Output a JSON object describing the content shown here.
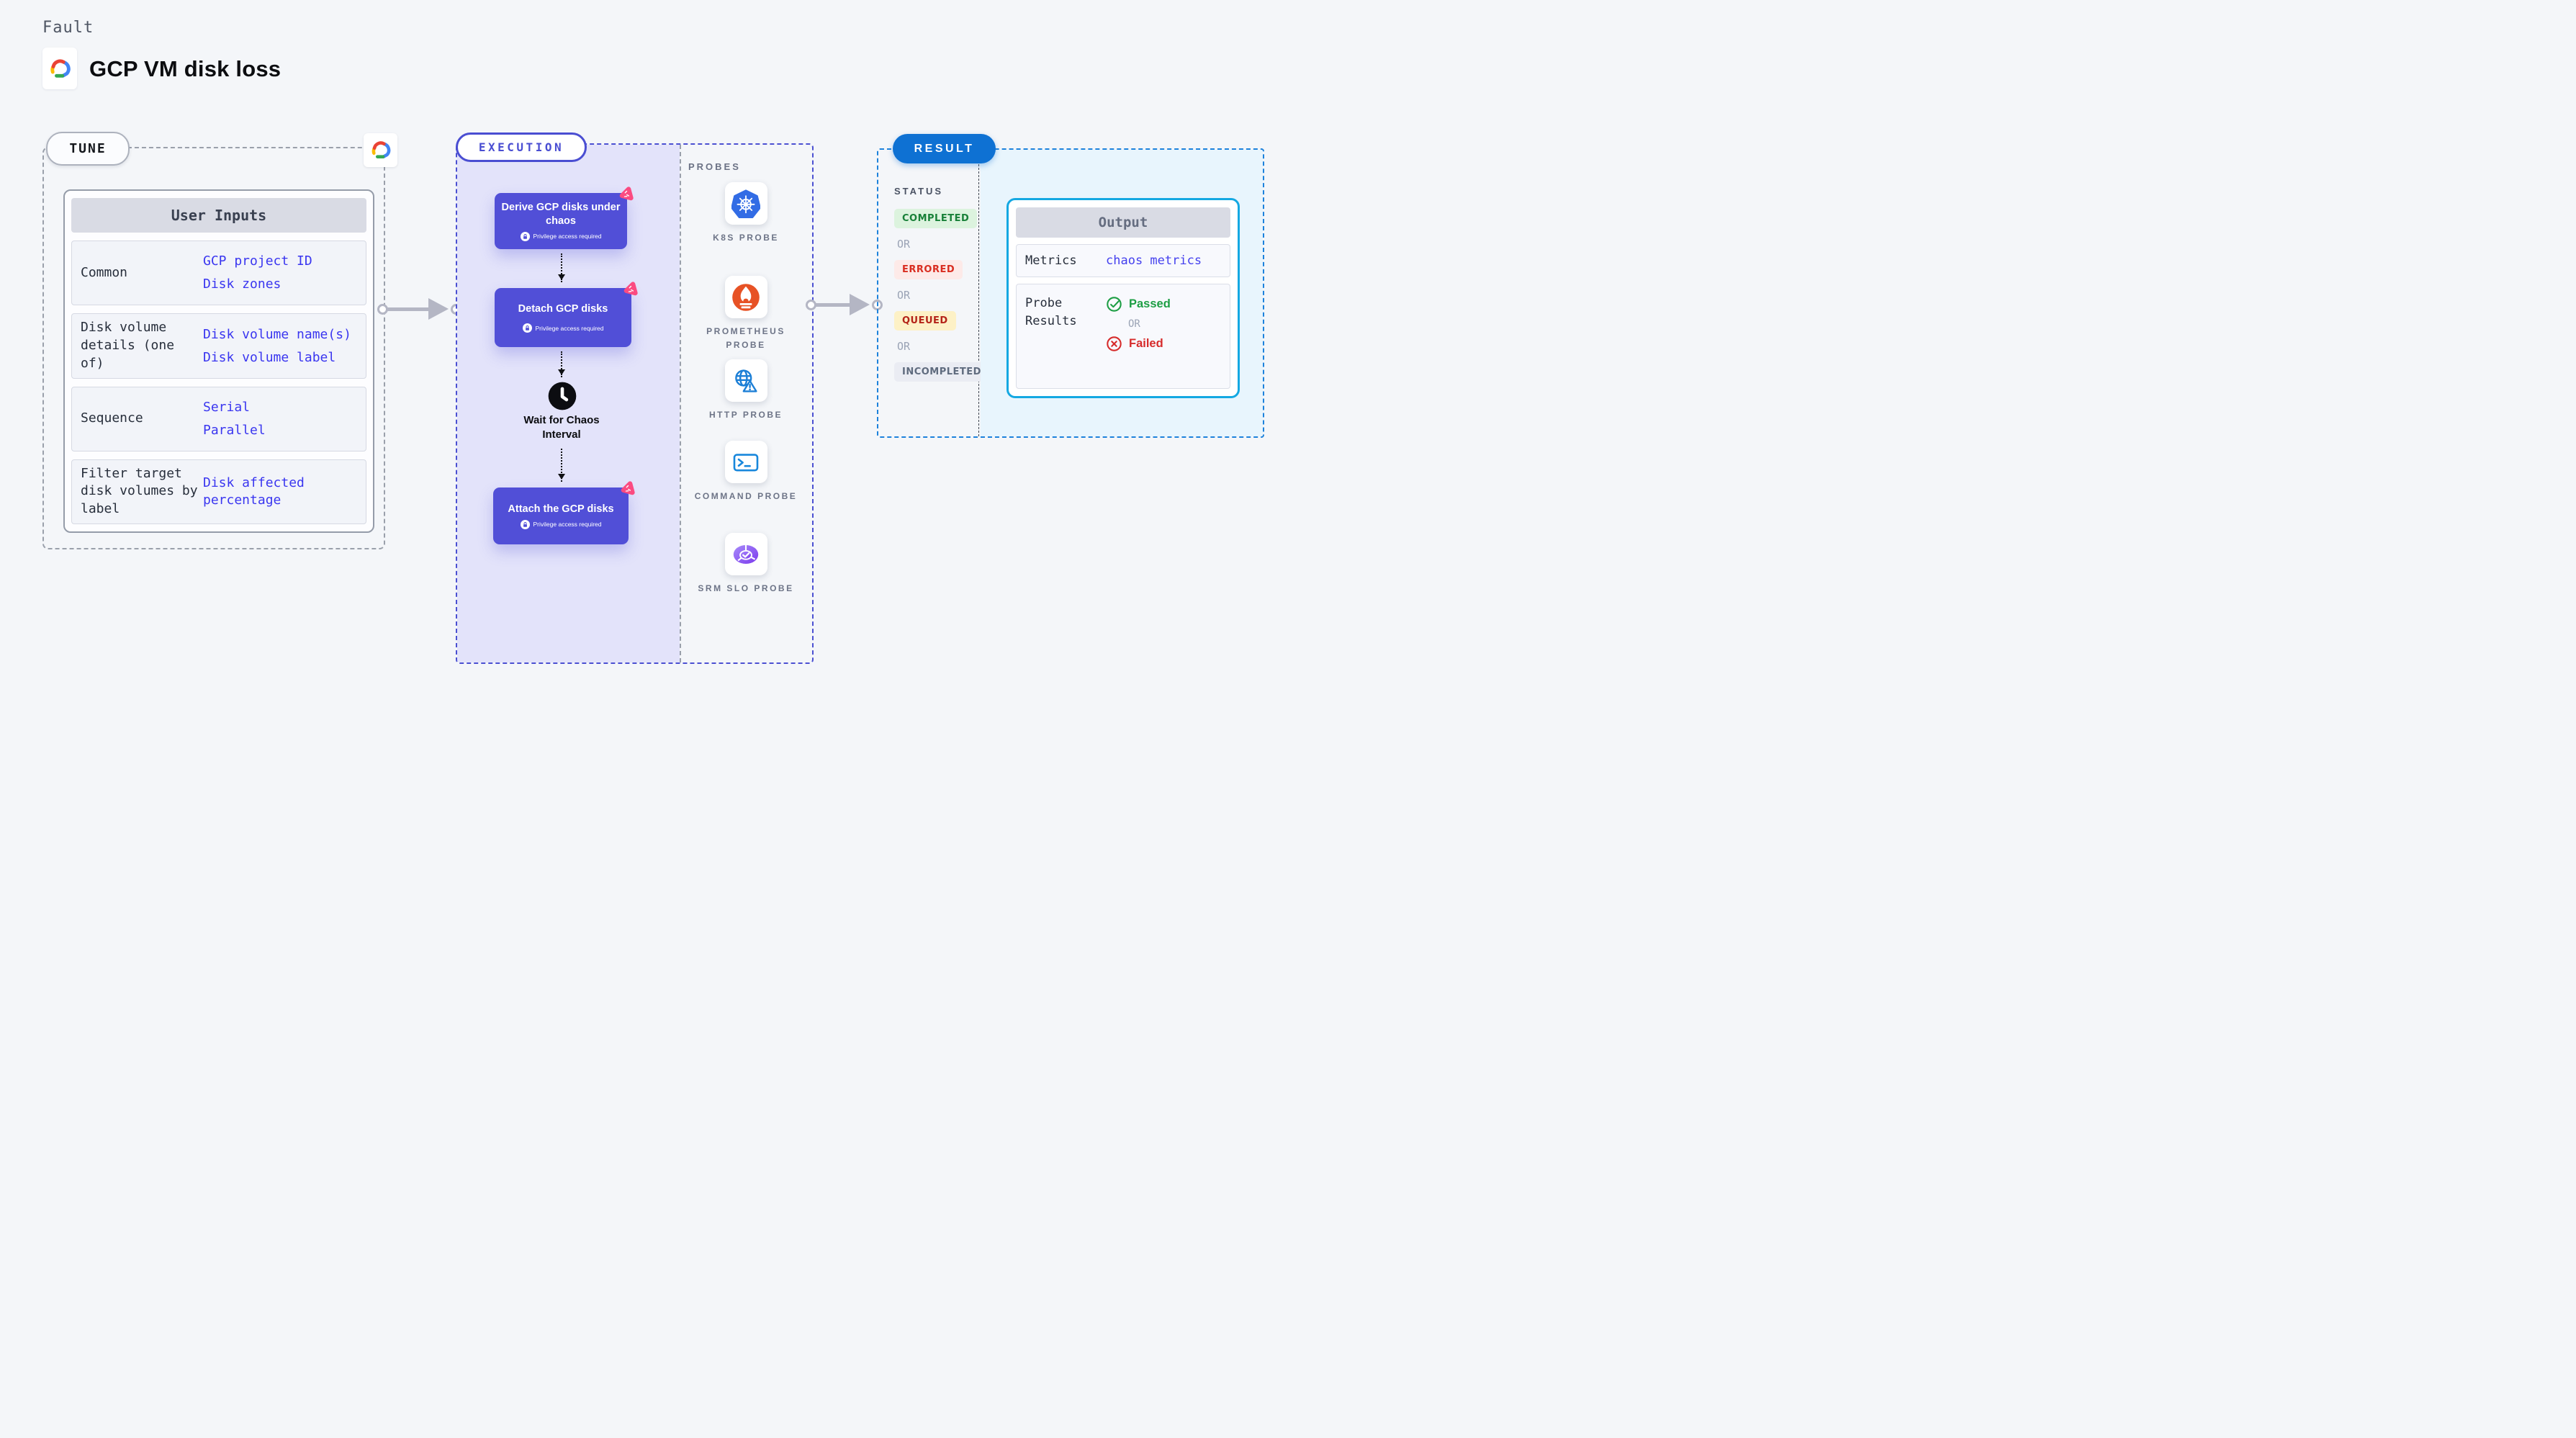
{
  "header": {
    "kicker": "Fault",
    "title": "GCP VM disk loss"
  },
  "tune": {
    "label": "TUNE",
    "user_inputs": {
      "header": "User Inputs",
      "rows": [
        {
          "label": "Common",
          "values": [
            "GCP project ID",
            "Disk zones"
          ]
        },
        {
          "label": "Disk volume details (one of)",
          "values": [
            "Disk volume name(s)",
            "Disk volume label"
          ]
        },
        {
          "label": "Sequence",
          "values": [
            "Serial",
            "Parallel"
          ]
        },
        {
          "label": "Filter target disk volumes by label",
          "values": [
            "Disk affected percentage"
          ]
        }
      ]
    }
  },
  "execution": {
    "label": "EXECUTION",
    "steps": {
      "derive": {
        "title": "Derive GCP disks under chaos",
        "badge": "Privilege access required"
      },
      "detach": {
        "title": "Detach GCP disks",
        "badge": "Privilege access required"
      },
      "wait": {
        "title": "Wait for Chaos Interval"
      },
      "attach": {
        "title": "Attach the GCP disks",
        "badge": "Privilege access required"
      }
    }
  },
  "probes": {
    "label": "PROBES",
    "items": [
      {
        "label": "K8S PROBE",
        "icon": "kubernetes-icon"
      },
      {
        "label": "PROMETHEUS PROBE",
        "icon": "prometheus-icon"
      },
      {
        "label": "HTTP PROBE",
        "icon": "http-globe-warning-icon"
      },
      {
        "label": "COMMAND PROBE",
        "icon": "terminal-icon"
      },
      {
        "label": "SRM SLO PROBE",
        "icon": "srm-slo-pie-icon"
      }
    ]
  },
  "result": {
    "label": "RESULT",
    "status": {
      "heading": "STATUS",
      "or": "OR",
      "badges": [
        {
          "text": "COMPLETED",
          "fg": "#188038",
          "bg": "#dcf3de"
        },
        {
          "text": "ERRORED",
          "fg": "#d92d20",
          "bg": "#fdeae8"
        },
        {
          "text": "QUEUED",
          "fg": "#b42318",
          "bg": "#fdf1c6"
        },
        {
          "text": "INCOMPLETED",
          "fg": "#5f6b7e",
          "bg": "#eaecf3"
        }
      ]
    },
    "output": {
      "header": "Output",
      "metrics": {
        "label": "Metrics",
        "value": "chaos metrics"
      },
      "probe_results": {
        "label": "Probe Results",
        "passed": "Passed",
        "or": "OR",
        "failed": "Failed"
      }
    }
  },
  "colors": {
    "accent_indigo": "#4a4ed2",
    "step_card_indigo": "#514fd7",
    "accent_blue_result": "#0e71d3",
    "output_border_cyan": "#14a8e2",
    "value_blue": "#3a36f0",
    "passed_green": "#1d9e44",
    "failed_red": "#d62b2b",
    "litmus_pink": "#fb4b81",
    "kubernetes_blue": "#326ce5",
    "prometheus_orange": "#e75225"
  }
}
